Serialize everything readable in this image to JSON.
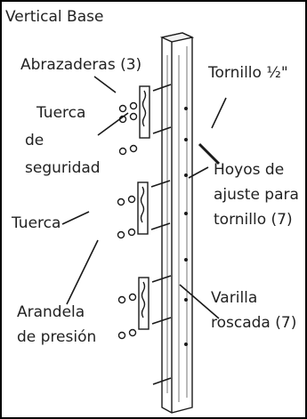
{
  "title": "Vertical Base",
  "labels": {
    "clamps": "Abrazaderas (3)",
    "lock_nut_1": "Tuerca",
    "lock_nut_2": "de",
    "lock_nut_3": "seguridad",
    "nut": "Tuerca",
    "lock_washer_1": "Arandela",
    "lock_washer_2": "de presión",
    "bolt": "Tornillo ½\"",
    "holes_1": "Hoyos de",
    "holes_2": "ajuste para",
    "holes_3": "tornillo (7)",
    "rod_1": "Varilla",
    "rod_2": "roscada (7)"
  },
  "colors": {
    "line": "#1a1a1a",
    "text": "#222222",
    "frame": "#000000"
  }
}
